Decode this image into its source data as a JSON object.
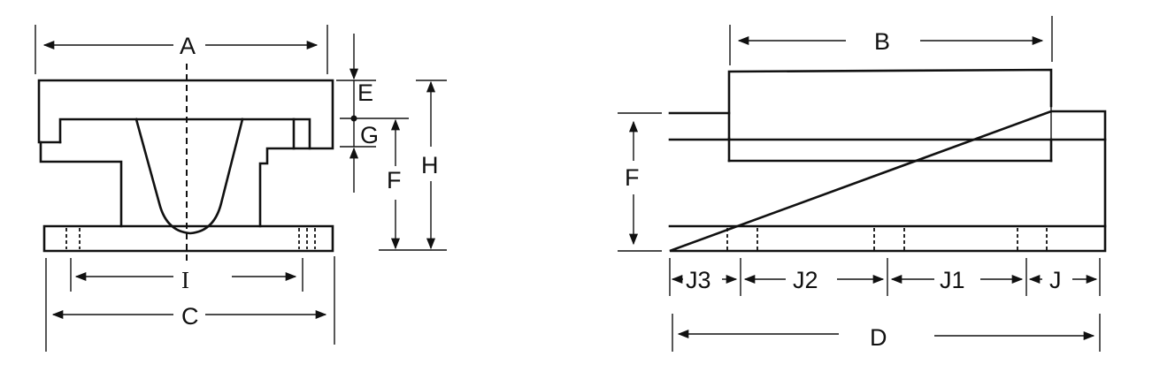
{
  "front_view": {
    "labels": {
      "A": "A",
      "E": "E",
      "G": "G",
      "H": "H",
      "F": "F",
      "I": "I",
      "C": "C"
    }
  },
  "side_view": {
    "labels": {
      "B": "B",
      "F": "F",
      "J3": "J3",
      "J2": "J2",
      "J1": "J1",
      "J": "J",
      "D": "D"
    }
  }
}
